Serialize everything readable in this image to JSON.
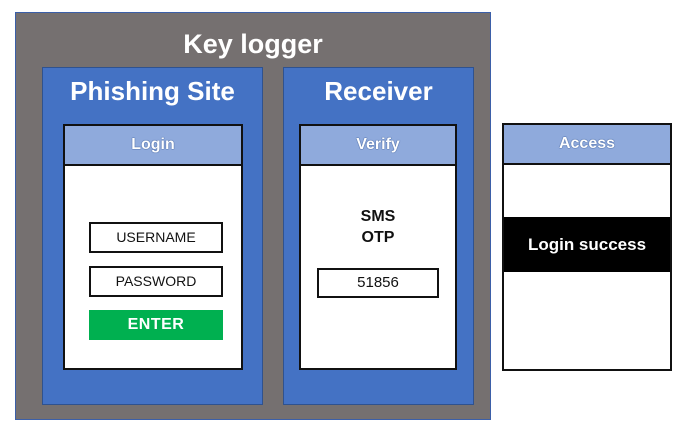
{
  "keylogger": {
    "title": "Key logger"
  },
  "phishing": {
    "title": "Phishing Site",
    "login": {
      "header": "Login",
      "username_label": "USERNAME",
      "password_label": "PASSWORD",
      "enter_label": "ENTER"
    }
  },
  "receiver": {
    "title": "Receiver",
    "verify": {
      "header": "Verify",
      "sms_label": "SMS",
      "otp_label": "OTP",
      "otp_value": "51856"
    }
  },
  "access": {
    "header": "Access",
    "status": "Login success"
  },
  "colors": {
    "keylogger_bg": "#757070",
    "panel_bg": "#4472c4",
    "card_header_bg": "#8faadc",
    "enter_button": "#00b050",
    "success_banner": "#000000"
  }
}
